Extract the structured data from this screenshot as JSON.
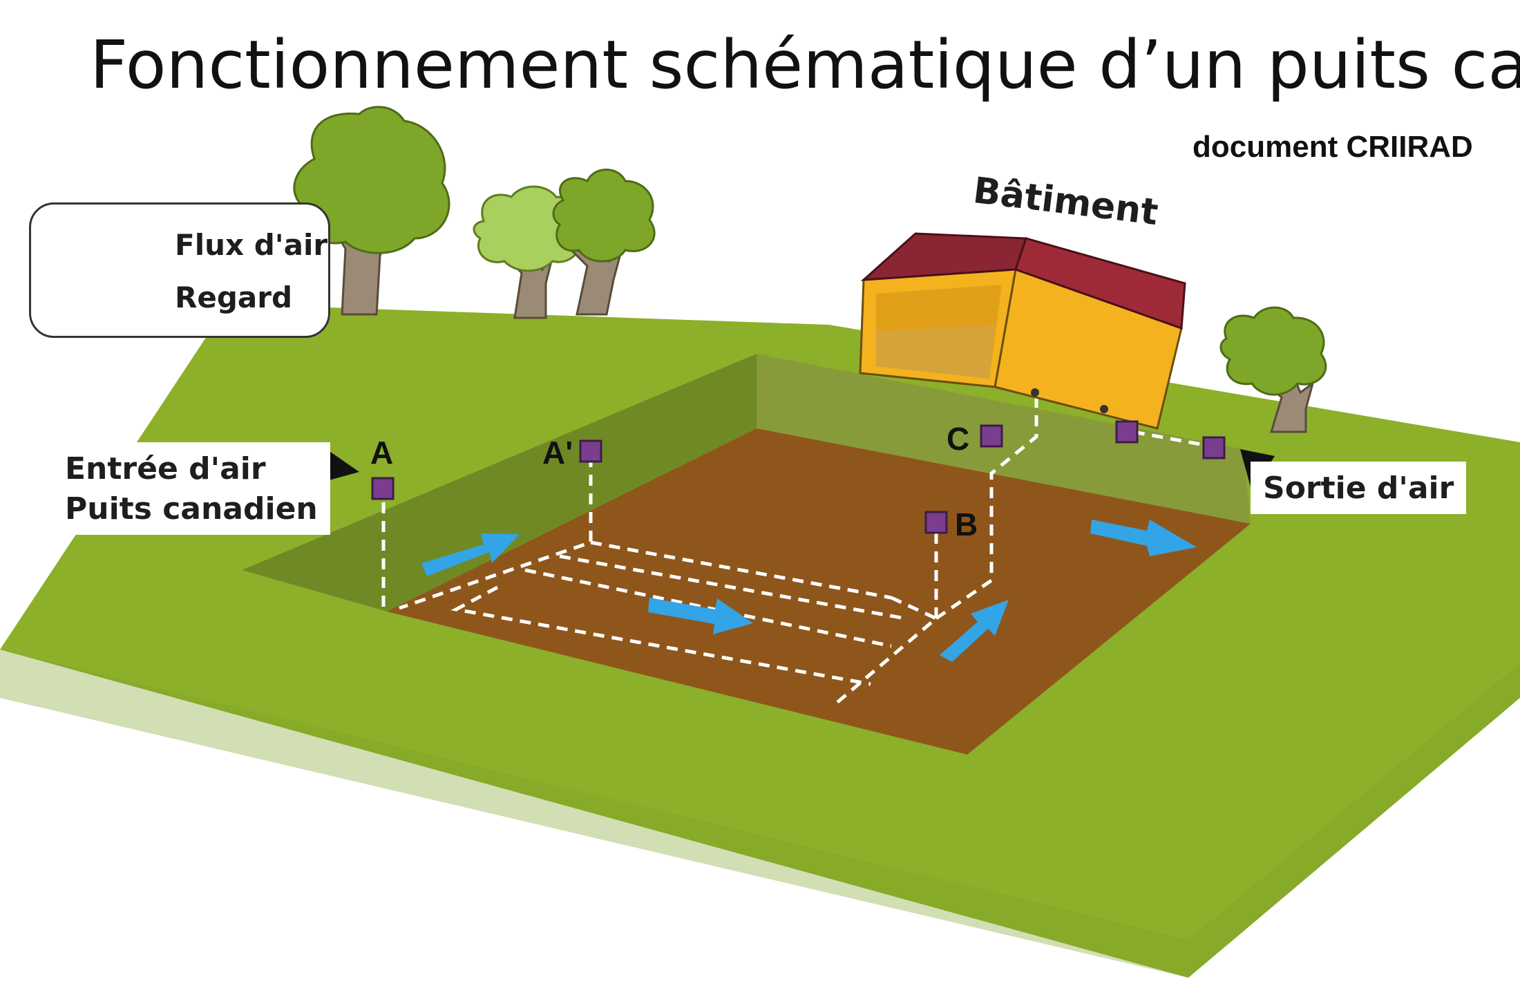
{
  "title": "Fonctionnement schématique d’un puits canadien",
  "credit": "document CRIIRAD",
  "legend": {
    "airflow_label": "Flux d'air",
    "manhole_label": "Regard"
  },
  "labels": {
    "building": "Bâtiment",
    "air_inlet_line1": "Entrée d'air",
    "air_inlet_line2": "Puits canadien",
    "air_outlet": "Sortie d'air"
  },
  "points": {
    "a": "A",
    "a_prime": "A'",
    "b": "B",
    "c": "C"
  },
  "colors": {
    "grass": "#8cb02a",
    "grass_light": "#99bb35",
    "trench_wall_dark": "#6f8a24",
    "trench_wall_back": "#879b3a",
    "soil": "#8f561c",
    "arrow": "#33a4e6",
    "manhole": "#7b3e8e",
    "roof": "#9e2a38",
    "wall": "#f3b21e",
    "tree_leaf": "#7ea629",
    "trunk": "#9a8a76"
  },
  "icons": {
    "airflow": "arrow-right-icon",
    "manhole": "square-icon"
  }
}
